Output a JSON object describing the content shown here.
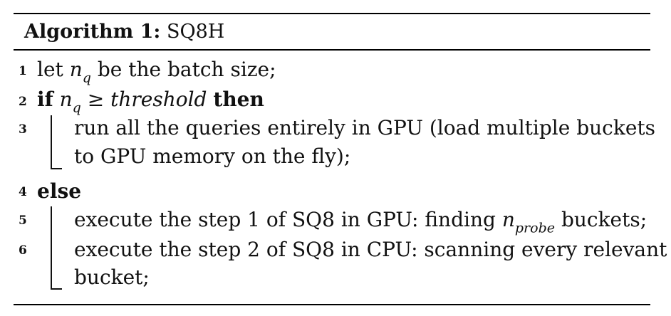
{
  "algorithm": {
    "label": "Algorithm 1:",
    "name": "SQ8H"
  },
  "lines": [
    {
      "num": "1",
      "pre": "let ",
      "var": "n",
      "sub": "q",
      "post": " be the batch size;"
    },
    {
      "num": "2",
      "kw_if": "if",
      "var": "n",
      "sub": "q",
      "op": " ≥ ",
      "cond": "threshold",
      "kw_then": "then"
    },
    {
      "num": "3",
      "text_a": "run all the queries entirely in GPU (load multiple buckets",
      "text_b": "to GPU memory on the fly);"
    },
    {
      "num": "4",
      "kw_else": "else"
    },
    {
      "num": "5",
      "pre": "execute the step 1 of SQ8 in GPU: finding ",
      "var": "n",
      "sub": "probe",
      "post": " buckets;"
    },
    {
      "num": "6",
      "text_a": "execute the step 2 of SQ8 in CPU: scanning every relevant",
      "text_b": "bucket;"
    }
  ]
}
